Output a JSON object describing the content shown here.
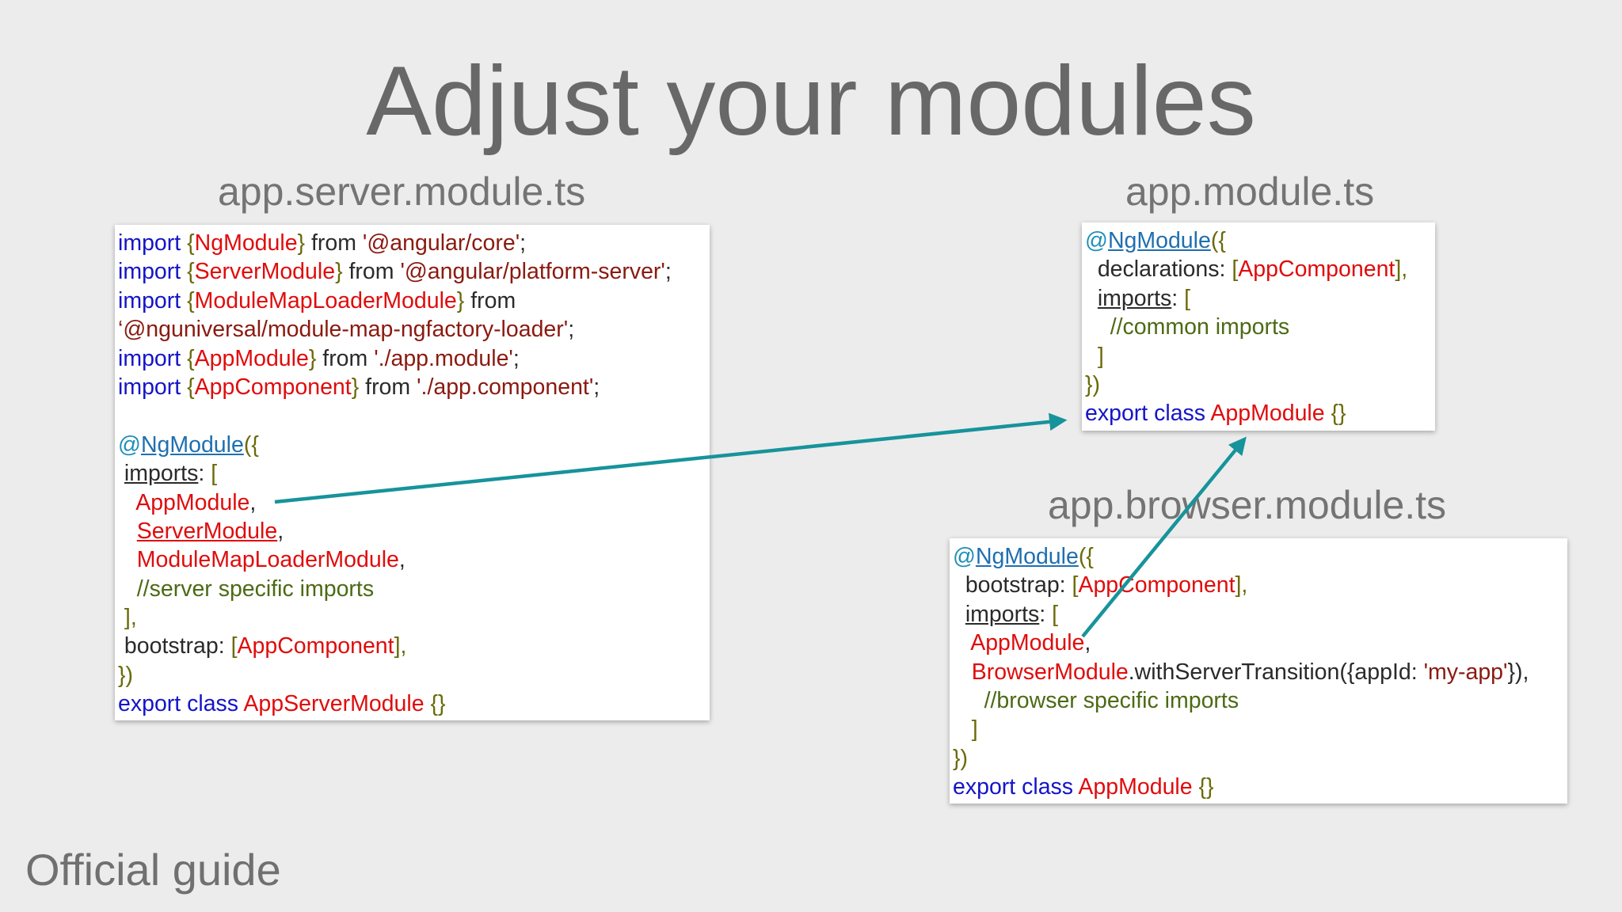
{
  "slide": {
    "title": "Adjust your modules",
    "footer": "Official guide"
  },
  "server_panel": {
    "caption": "app.server.module.ts",
    "lines": [
      [
        {
          "t": "import",
          "c": "kw"
        },
        {
          "t": " "
        },
        {
          "t": "{",
          "c": "br"
        },
        {
          "t": "NgModule",
          "c": "id"
        },
        {
          "t": "}",
          "c": "br"
        },
        {
          "t": " from "
        },
        {
          "t": "'@angular/core'",
          "c": "st"
        },
        {
          "t": ";"
        }
      ],
      [
        {
          "t": "import",
          "c": "kw"
        },
        {
          "t": " "
        },
        {
          "t": "{",
          "c": "br"
        },
        {
          "t": "ServerModule",
          "c": "id"
        },
        {
          "t": "}",
          "c": "br"
        },
        {
          "t": " from "
        },
        {
          "t": "'@angular/platform-server'",
          "c": "st"
        },
        {
          "t": ";"
        }
      ],
      [
        {
          "t": "import",
          "c": "kw"
        },
        {
          "t": " "
        },
        {
          "t": "{",
          "c": "br"
        },
        {
          "t": "ModuleMapLoaderModule",
          "c": "id"
        },
        {
          "t": "}",
          "c": "br"
        },
        {
          "t": " from"
        }
      ],
      [
        {
          "t": "‘@nguniversal/module-map-ngfactory-loader'",
          "c": "st"
        },
        {
          "t": ";"
        }
      ],
      [
        {
          "t": "import",
          "c": "kw"
        },
        {
          "t": " "
        },
        {
          "t": "{",
          "c": "br"
        },
        {
          "t": "AppModule",
          "c": "id"
        },
        {
          "t": "}",
          "c": "br"
        },
        {
          "t": " from "
        },
        {
          "t": "'./app.module'",
          "c": "st"
        },
        {
          "t": ";"
        }
      ],
      [
        {
          "t": "import",
          "c": "kw"
        },
        {
          "t": " "
        },
        {
          "t": "{",
          "c": "br"
        },
        {
          "t": "AppComponent",
          "c": "id"
        },
        {
          "t": "}",
          "c": "br"
        },
        {
          "t": " from "
        },
        {
          "t": "'./app.component'",
          "c": "st"
        },
        {
          "t": ";"
        }
      ],
      [
        {
          "t": ""
        }
      ],
      [
        {
          "t": "@",
          "c": "dec"
        },
        {
          "t": "NgModule",
          "c": "dec-link"
        },
        {
          "t": "({",
          "c": "br"
        }
      ],
      [
        {
          "t": " "
        },
        {
          "t": "imports",
          "c": "ul"
        },
        {
          "t": ": "
        },
        {
          "t": "[",
          "c": "br"
        }
      ],
      [
        {
          "t": "   "
        },
        {
          "t": "AppModule",
          "c": "id"
        },
        {
          "t": ","
        }
      ],
      [
        {
          "t": "   "
        },
        {
          "t": "ServerModule",
          "c": "id ul"
        },
        {
          "t": ","
        }
      ],
      [
        {
          "t": "   "
        },
        {
          "t": "ModuleMapLoaderModule",
          "c": "id"
        },
        {
          "t": ","
        }
      ],
      [
        {
          "t": "   "
        },
        {
          "t": "//server specific imports",
          "c": "cm"
        }
      ],
      [
        {
          "t": " "
        },
        {
          "t": "],",
          "c": "br"
        }
      ],
      [
        {
          "t": " bootstrap: "
        },
        {
          "t": "[",
          "c": "br"
        },
        {
          "t": "AppComponent",
          "c": "id"
        },
        {
          "t": "],",
          "c": "br"
        }
      ],
      [
        {
          "t": "})",
          "c": "br"
        }
      ],
      [
        {
          "t": "export class",
          "c": "kw"
        },
        {
          "t": " "
        },
        {
          "t": "AppServerModule",
          "c": "id"
        },
        {
          "t": " "
        },
        {
          "t": "{}",
          "c": "br"
        }
      ]
    ]
  },
  "app_panel": {
    "caption": "app.module.ts",
    "lines": [
      [
        {
          "t": "@",
          "c": "dec"
        },
        {
          "t": "NgModule",
          "c": "dec-link"
        },
        {
          "t": "({",
          "c": "br"
        }
      ],
      [
        {
          "t": "  declarations: "
        },
        {
          "t": "[",
          "c": "br"
        },
        {
          "t": "AppComponent",
          "c": "id"
        },
        {
          "t": "],",
          "c": "br"
        }
      ],
      [
        {
          "t": "  "
        },
        {
          "t": "imports",
          "c": "ul"
        },
        {
          "t": ": "
        },
        {
          "t": "[",
          "c": "br"
        }
      ],
      [
        {
          "t": "    "
        },
        {
          "t": "//common imports",
          "c": "cm"
        }
      ],
      [
        {
          "t": "  "
        },
        {
          "t": "]",
          "c": "br"
        }
      ],
      [
        {
          "t": "})",
          "c": "br"
        }
      ],
      [
        {
          "t": "export class",
          "c": "kw"
        },
        {
          "t": " "
        },
        {
          "t": "AppModule",
          "c": "id"
        },
        {
          "t": " "
        },
        {
          "t": "{}",
          "c": "br"
        }
      ]
    ]
  },
  "browser_panel": {
    "caption": "app.browser.module.ts",
    "lines": [
      [
        {
          "t": "@",
          "c": "dec"
        },
        {
          "t": "NgModule",
          "c": "dec-link"
        },
        {
          "t": "({",
          "c": "br"
        }
      ],
      [
        {
          "t": "  bootstrap: "
        },
        {
          "t": "[",
          "c": "br"
        },
        {
          "t": "AppComponent",
          "c": "id"
        },
        {
          "t": "],",
          "c": "br"
        }
      ],
      [
        {
          "t": "  "
        },
        {
          "t": "imports",
          "c": "ul"
        },
        {
          "t": ": "
        },
        {
          "t": "[",
          "c": "br"
        }
      ],
      [
        {
          "t": "   "
        },
        {
          "t": "AppModule",
          "c": "id"
        },
        {
          "t": ","
        }
      ],
      [
        {
          "t": "   "
        },
        {
          "t": "BrowserModule",
          "c": "id"
        },
        {
          "t": ".withServerTransition({appId: "
        },
        {
          "t": "'my-app'",
          "c": "st"
        },
        {
          "t": "}),"
        }
      ],
      [
        {
          "t": "     "
        },
        {
          "t": "//browser specific imports",
          "c": "cm"
        }
      ],
      [
        {
          "t": "   "
        },
        {
          "t": "]",
          "c": "br"
        }
      ],
      [
        {
          "t": "})",
          "c": "br"
        }
      ],
      [
        {
          "t": "export class",
          "c": "kw"
        },
        {
          "t": " "
        },
        {
          "t": "AppModule",
          "c": "id"
        },
        {
          "t": " "
        },
        {
          "t": "{}",
          "c": "br"
        }
      ]
    ]
  },
  "colors": {
    "background": "#ececec",
    "title_text": "#686868",
    "keyword": "#1414c8",
    "identifier": "#e00c0c",
    "string": "#8a1a10",
    "comment": "#4c6a14",
    "decorator": "#1f8fb8",
    "arrow": "#17939b"
  }
}
